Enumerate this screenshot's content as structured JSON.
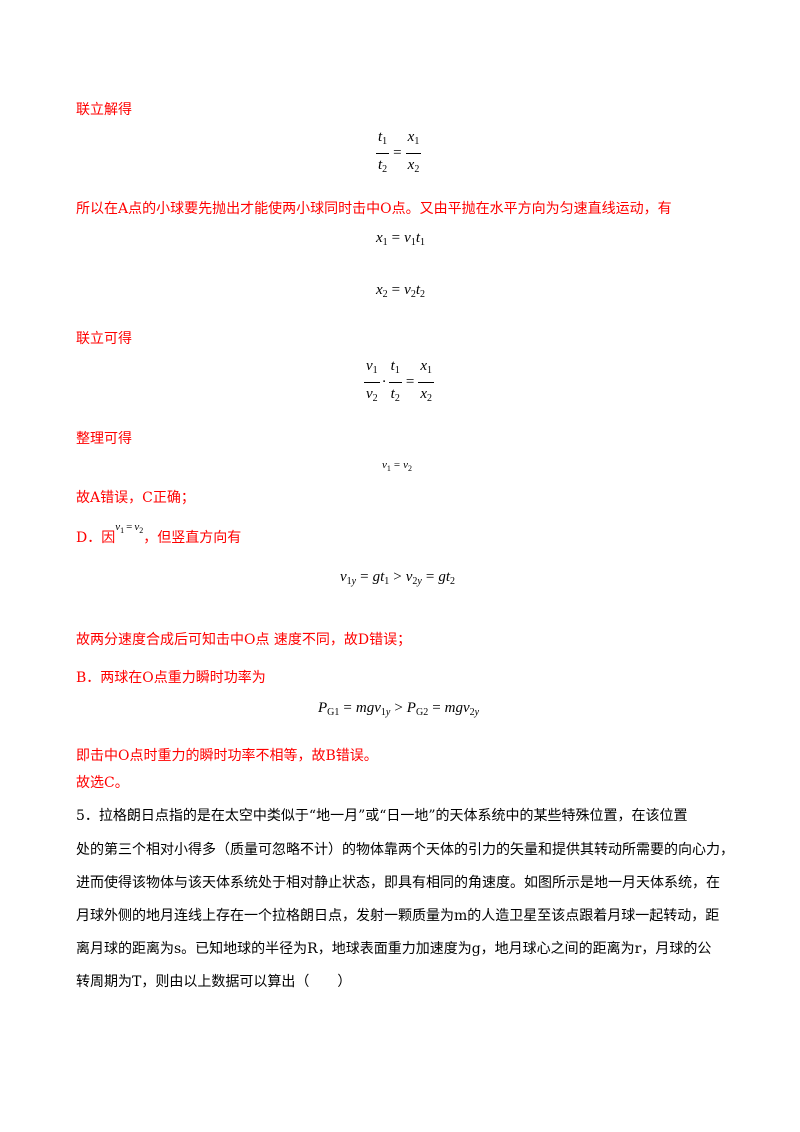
{
  "solution": {
    "l1": "联立解得",
    "l2": "所以在A点的小球要先抛出才能使两小球同时击中O点。又由平抛在水平方向为匀速直线运动，有",
    "l3": "联立可得",
    "l4": "整理可得",
    "l5": "故A错误，C正确；",
    "l6a": "D．因",
    "l6b": "，但竖直方向有",
    "l7": "故两分速度合成后可知击中O点    速度不同，故D错误；",
    "l8": "B．两球在O点重力瞬时功率为",
    "l9": "即击中O点时重力的瞬时功率不相等，故B错误。",
    "l10": "故选C。"
  },
  "question": {
    "lines": [
      "5．拉格朗日点指的是在太空中类似于“地一月”或“日一地”的天体系统中的某些特殊位置，在该位置",
      "处的第三个相对小得多（质量可忽略不计）的物体靠两个天体的引力的矢量和提供其转动所需要的向心力，",
      "进而使得该物体与该天体系统处于相对静止状态，即具有相同的角速度。如图所示是地一月天体系统，在",
      "月球外侧的地月连线上存在一个拉格朗日点，发射一颗质量为m的人造卫星至该点跟着月球一起转动，距",
      "离月球的距离为s。已知地球的半径为R，地球表面重力加速度为g，地月球心之间的距离为r，月球的公",
      "转周期为T，则由以上数据可以算出（　　）"
    ]
  }
}
